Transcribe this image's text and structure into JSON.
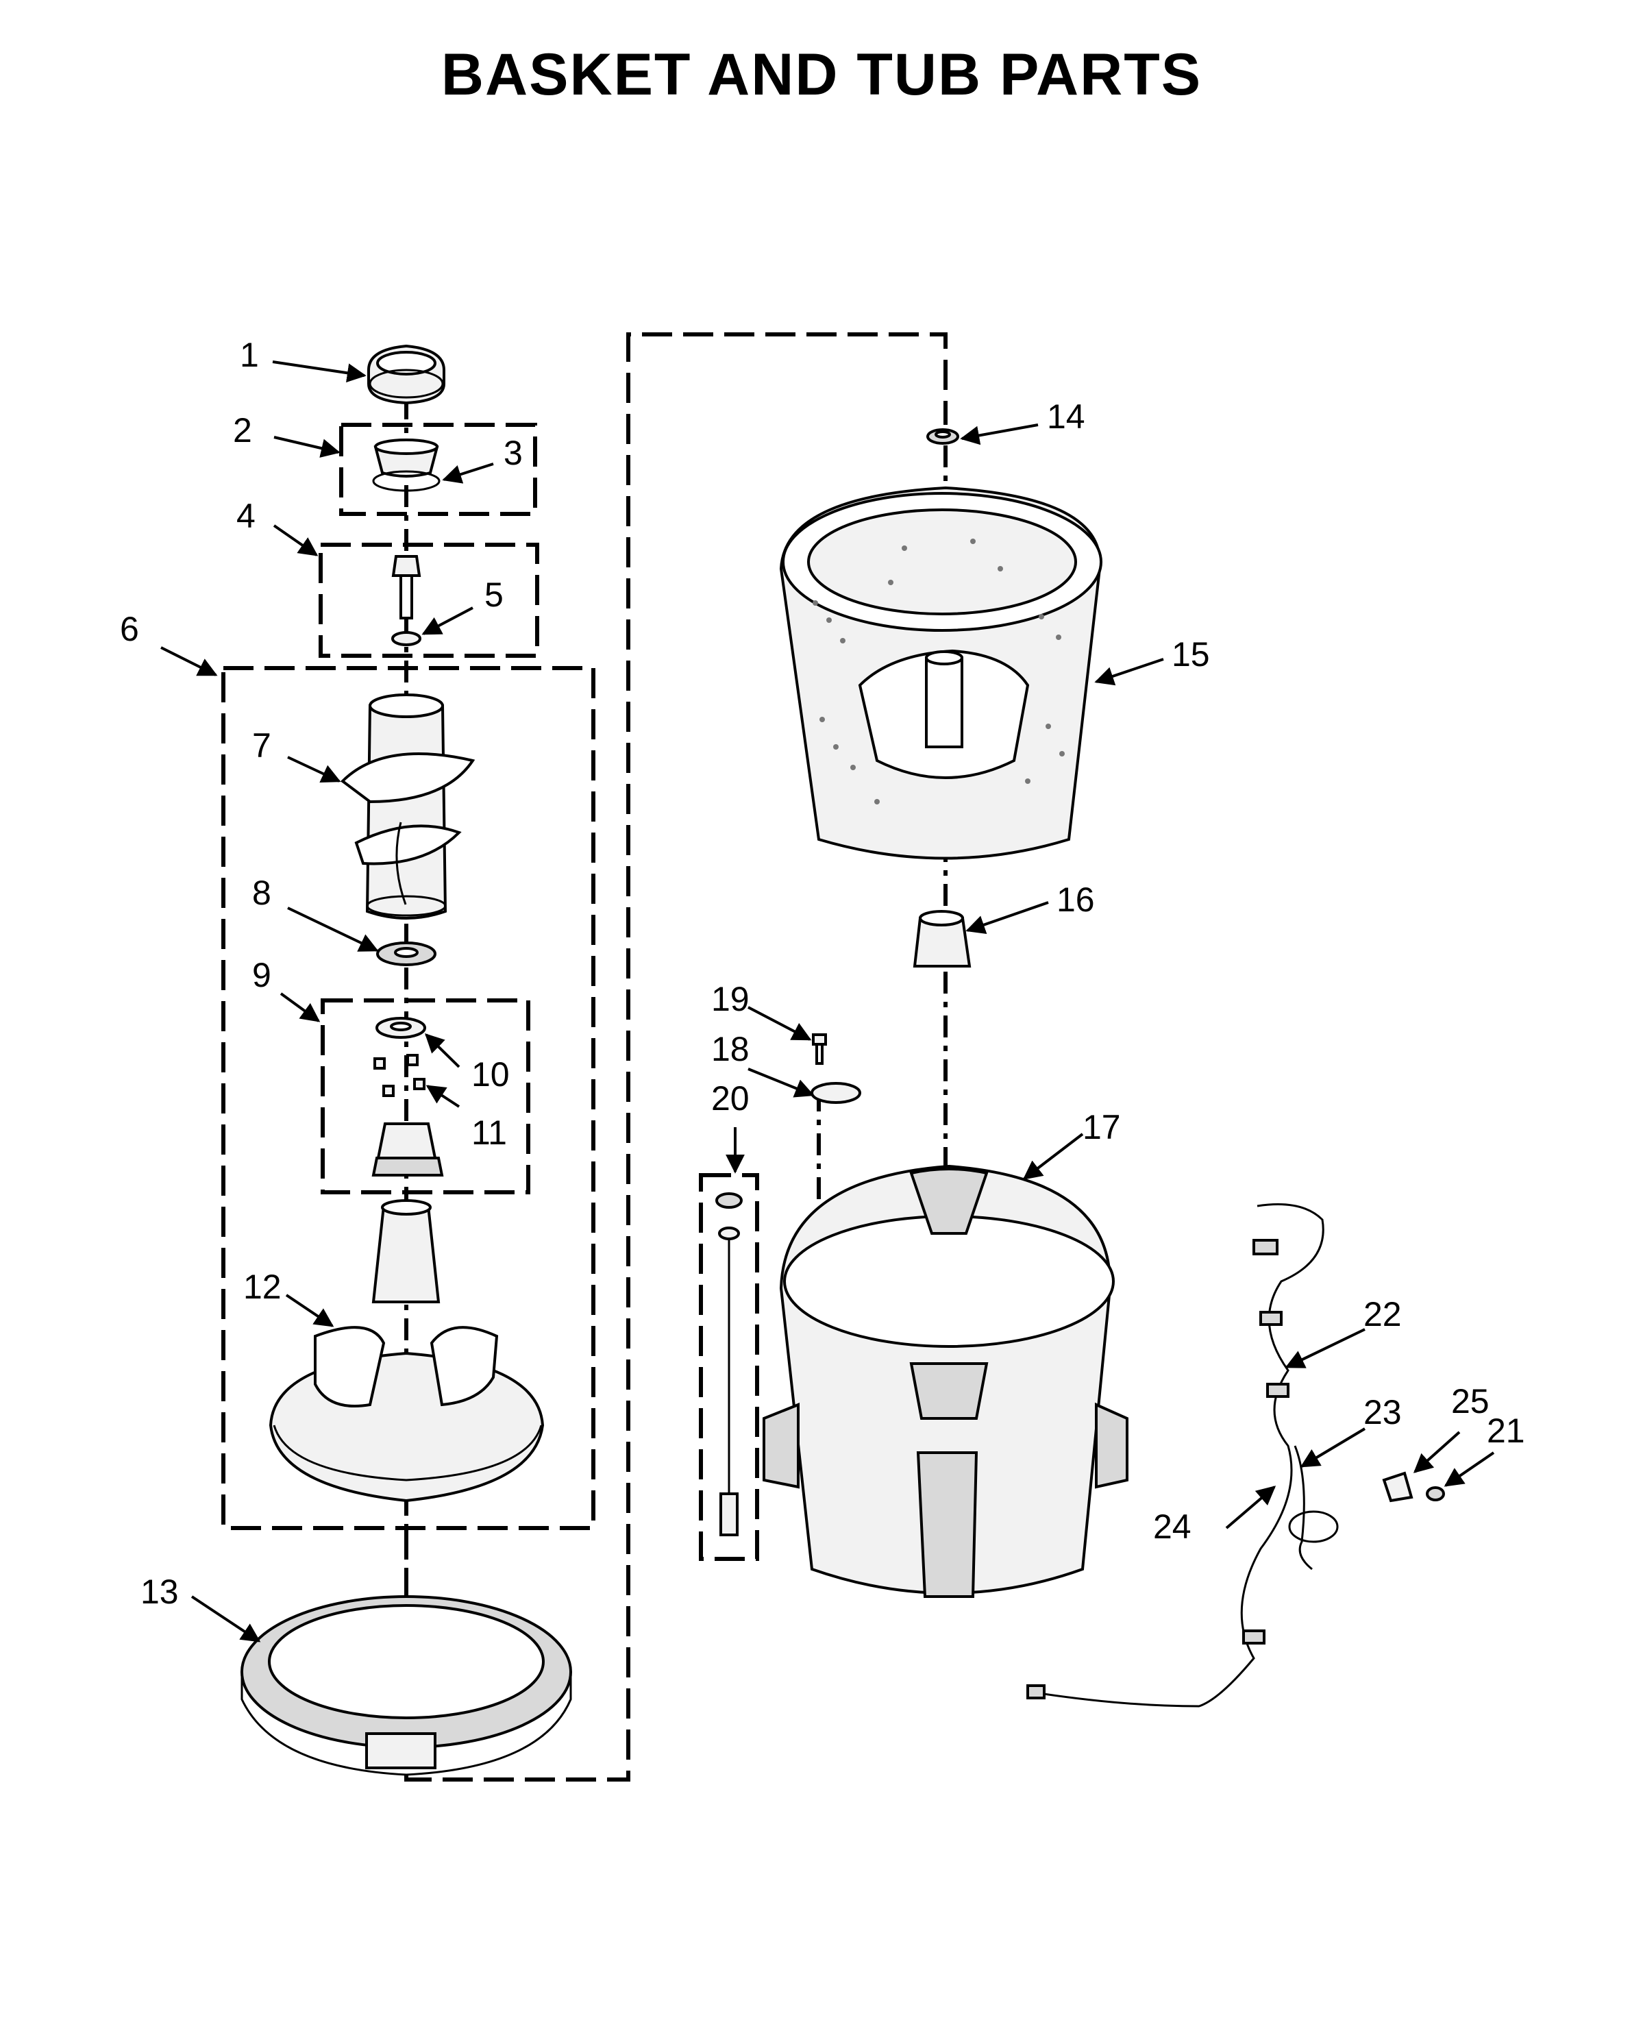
{
  "title": "BASKET AND TUB PARTS",
  "callouts": [
    {
      "id": "c1",
      "label": "1"
    },
    {
      "id": "c2",
      "label": "2"
    },
    {
      "id": "c3",
      "label": "3"
    },
    {
      "id": "c4",
      "label": "4"
    },
    {
      "id": "c5",
      "label": "5"
    },
    {
      "id": "c6",
      "label": "6"
    },
    {
      "id": "c7",
      "label": "7"
    },
    {
      "id": "c8",
      "label": "8"
    },
    {
      "id": "c9",
      "label": "9"
    },
    {
      "id": "c10",
      "label": "10"
    },
    {
      "id": "c11",
      "label": "11"
    },
    {
      "id": "c12",
      "label": "12"
    },
    {
      "id": "c13",
      "label": "13"
    },
    {
      "id": "c14",
      "label": "14"
    },
    {
      "id": "c15",
      "label": "15"
    },
    {
      "id": "c16",
      "label": "16"
    },
    {
      "id": "c17",
      "label": "17"
    },
    {
      "id": "c18",
      "label": "18"
    },
    {
      "id": "c19",
      "label": "19"
    },
    {
      "id": "c20",
      "label": "20"
    },
    {
      "id": "c21",
      "label": "21"
    },
    {
      "id": "c22",
      "label": "22"
    },
    {
      "id": "c23",
      "label": "23"
    },
    {
      "id": "c24",
      "label": "24"
    },
    {
      "id": "c25",
      "label": "25"
    }
  ]
}
